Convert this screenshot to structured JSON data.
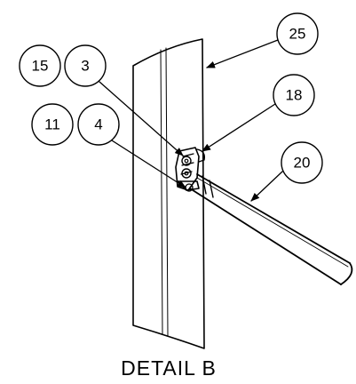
{
  "detail_title": "DETAIL  B",
  "callouts": {
    "c25": "25",
    "c15": "15",
    "c3": "3",
    "c18": "18",
    "c11": "11",
    "c4": "4",
    "c20": "20"
  }
}
